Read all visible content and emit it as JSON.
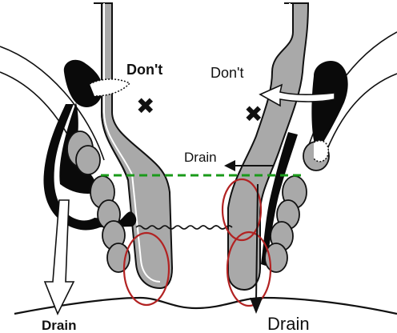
{
  "labels": {
    "dont_left": "Don't",
    "dont_right": "Don't",
    "drain_upper": "Drain",
    "drain_bottom_left": "Drain",
    "drain_bottom_right": "Drain"
  },
  "marks": {
    "x_mark": "✖"
  },
  "colors": {
    "line": "#111111",
    "muscle_gray": "#a9a9a9",
    "abscess_black": "#0a0a0a",
    "guide_line_green": "#1a9a1a",
    "highlight_circle_red": "#b22222",
    "background": "#ffffff"
  }
}
